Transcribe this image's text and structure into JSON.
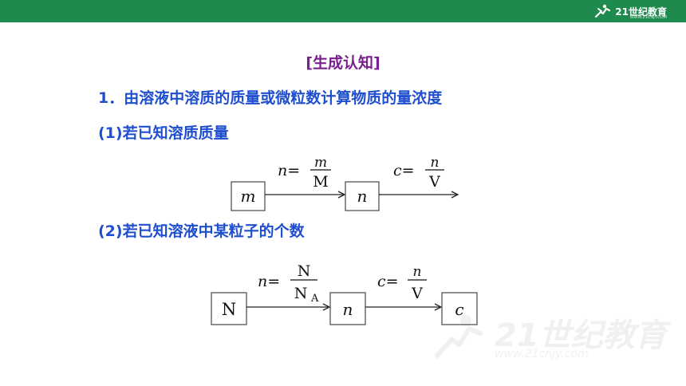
{
  "header": {
    "brand_color": "#1e8a4d",
    "logo_text": "21世纪教育",
    "logo_sub": "WWW.21CNJY.COM"
  },
  "content": {
    "section_title": "[生成认知]",
    "heading1": "1．由溶液中溶质的质量或微粒数计算物质的量浓度",
    "heading2": "(1)若已知溶质质量",
    "heading3": "(2)若已知溶液中某粒子的个数",
    "title_color": "#7a1f8f",
    "text_color": "#1f4fcf"
  },
  "flow1": {
    "box_m": "m",
    "box_n": "n",
    "f1_lhs": "n=",
    "f1_num": "m",
    "f1_den": "M",
    "f2_lhs": "c=",
    "f2_num": "n",
    "f2_den": "V"
  },
  "flow2": {
    "box_N": "N",
    "box_n": "n",
    "box_c": "c",
    "f1_lhs": "n=",
    "f1_num": "N",
    "f1_den": "N",
    "f1_den_sub": "A",
    "f2_lhs": "c=",
    "f2_num": "n",
    "f2_den": "V"
  },
  "watermark": {
    "text": "21世纪教育",
    "url": "www.21cnjy.com"
  }
}
